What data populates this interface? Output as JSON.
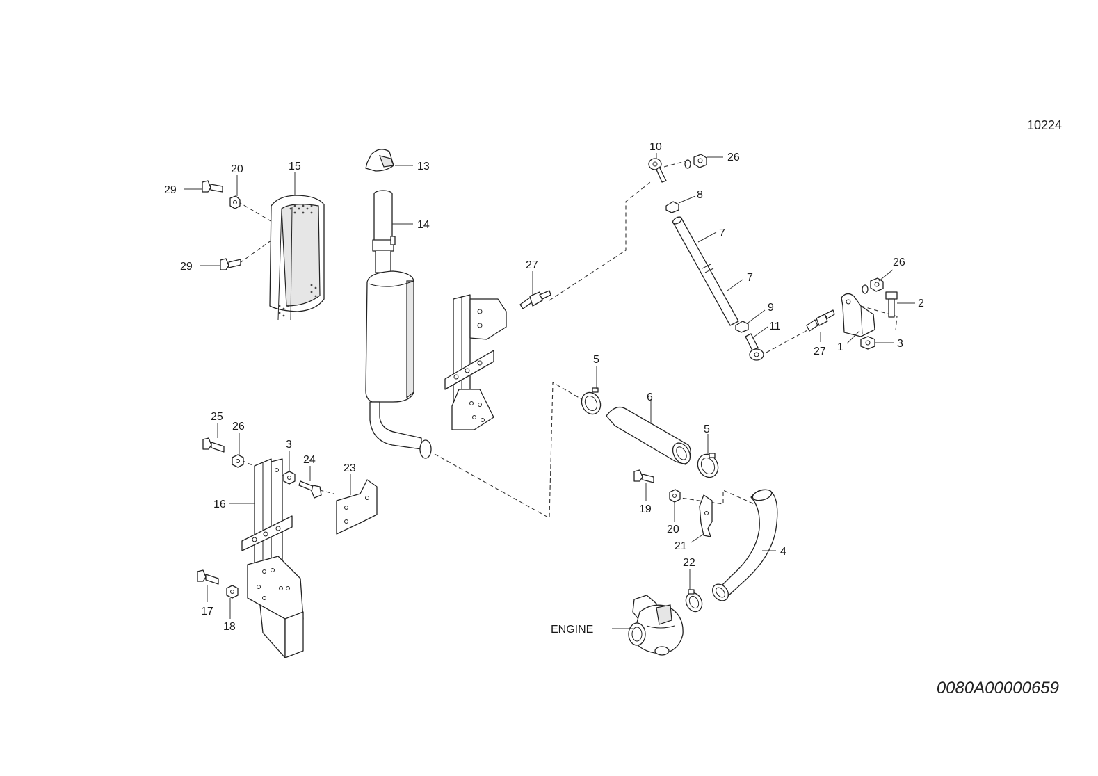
{
  "sheet_code": "10224",
  "drawing_id": "0080A00000659",
  "callouts": {
    "c1": "1",
    "c2": "2",
    "c3a": "3",
    "c3b": "3",
    "c4": "4",
    "c5a": "5",
    "c5b": "5",
    "c6": "6",
    "c7a": "7",
    "c7b": "7",
    "c8": "8",
    "c9": "9",
    "c10": "10",
    "c11": "11",
    "c13": "13",
    "c14": "14",
    "c15": "15",
    "c16": "16",
    "c17": "17",
    "c18": "18",
    "c19": "19",
    "c20a": "20",
    "c20b": "20",
    "c21": "21",
    "c22": "22",
    "c23": "23",
    "c24": "24",
    "c25": "25",
    "c26a": "26",
    "c26b": "26",
    "c26c": "26",
    "c27a": "27",
    "c27b": "27",
    "c29a": "29",
    "c29b": "29",
    "engine": "ENGINE"
  }
}
